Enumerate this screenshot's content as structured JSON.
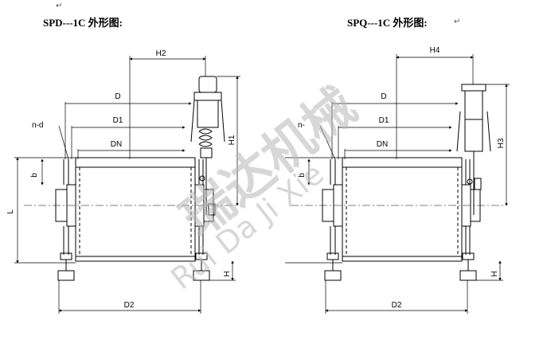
{
  "titles": {
    "left": "SPD---1C 外形图:",
    "right": "SPQ---1C 外形图:"
  },
  "para_mark": "↵",
  "left_dims": {
    "h2": "H2",
    "d": "D",
    "d1": "D1",
    "dn": "DN",
    "nd": "n-d",
    "b": "b",
    "l": "L",
    "h": "H",
    "h1": "H1",
    "d2": "D2"
  },
  "right_dims": {
    "h4": "H4",
    "d": "D",
    "d1": "D1",
    "dn": "DN",
    "nd": "n-",
    "b": "b",
    "h3": "H3",
    "h": "H",
    "d2": "D2"
  },
  "watermark": {
    "cn": "瑞达机械",
    "en": "Rui Da Ji Xie"
  },
  "colors": {
    "line": "#000000",
    "watermark": "#b8b8b8"
  }
}
